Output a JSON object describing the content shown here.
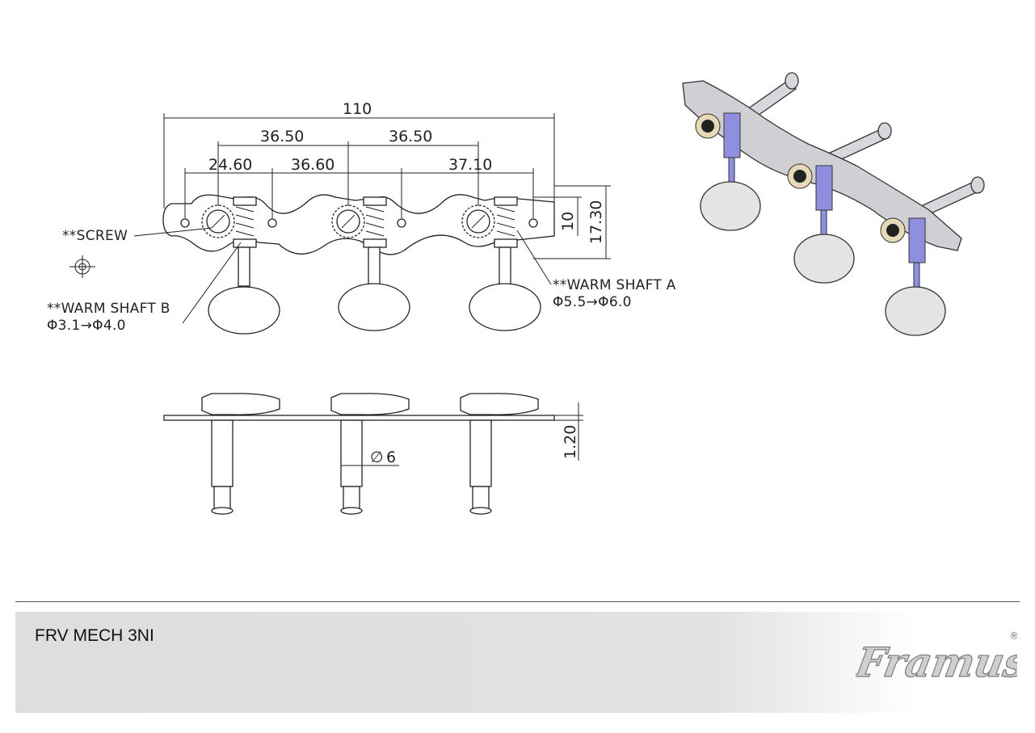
{
  "drawing": {
    "dimensions": {
      "overall_width": "110",
      "post_spacing_1": "36.50",
      "post_spacing_2": "36.50",
      "hole_spacing_1": "24.60",
      "hole_spacing_2": "36.60",
      "hole_spacing_3": "37.10",
      "plate_inner_height": "10",
      "plate_height": "17.30",
      "plate_thickness": "1.20",
      "shaft_diameter": "6"
    },
    "notes": {
      "screw": "**SCREW",
      "warm_shaft_a_title": "**WARM SHAFT A",
      "warm_shaft_a_spec": "Φ5.5→Φ6.0",
      "warm_shaft_b_title": "**WARM SHAFT B",
      "warm_shaft_b_spec": "Φ3.1→Φ4.0"
    }
  },
  "footer": {
    "part_name": "FRV MECH 3NI",
    "brand": "Framus",
    "brand_mark": "®"
  },
  "colors": {
    "line": "#222222",
    "worm_highlight": "#8f8fe0",
    "metal": "#cfcfd4",
    "footer_background": "#e0e0e0"
  }
}
